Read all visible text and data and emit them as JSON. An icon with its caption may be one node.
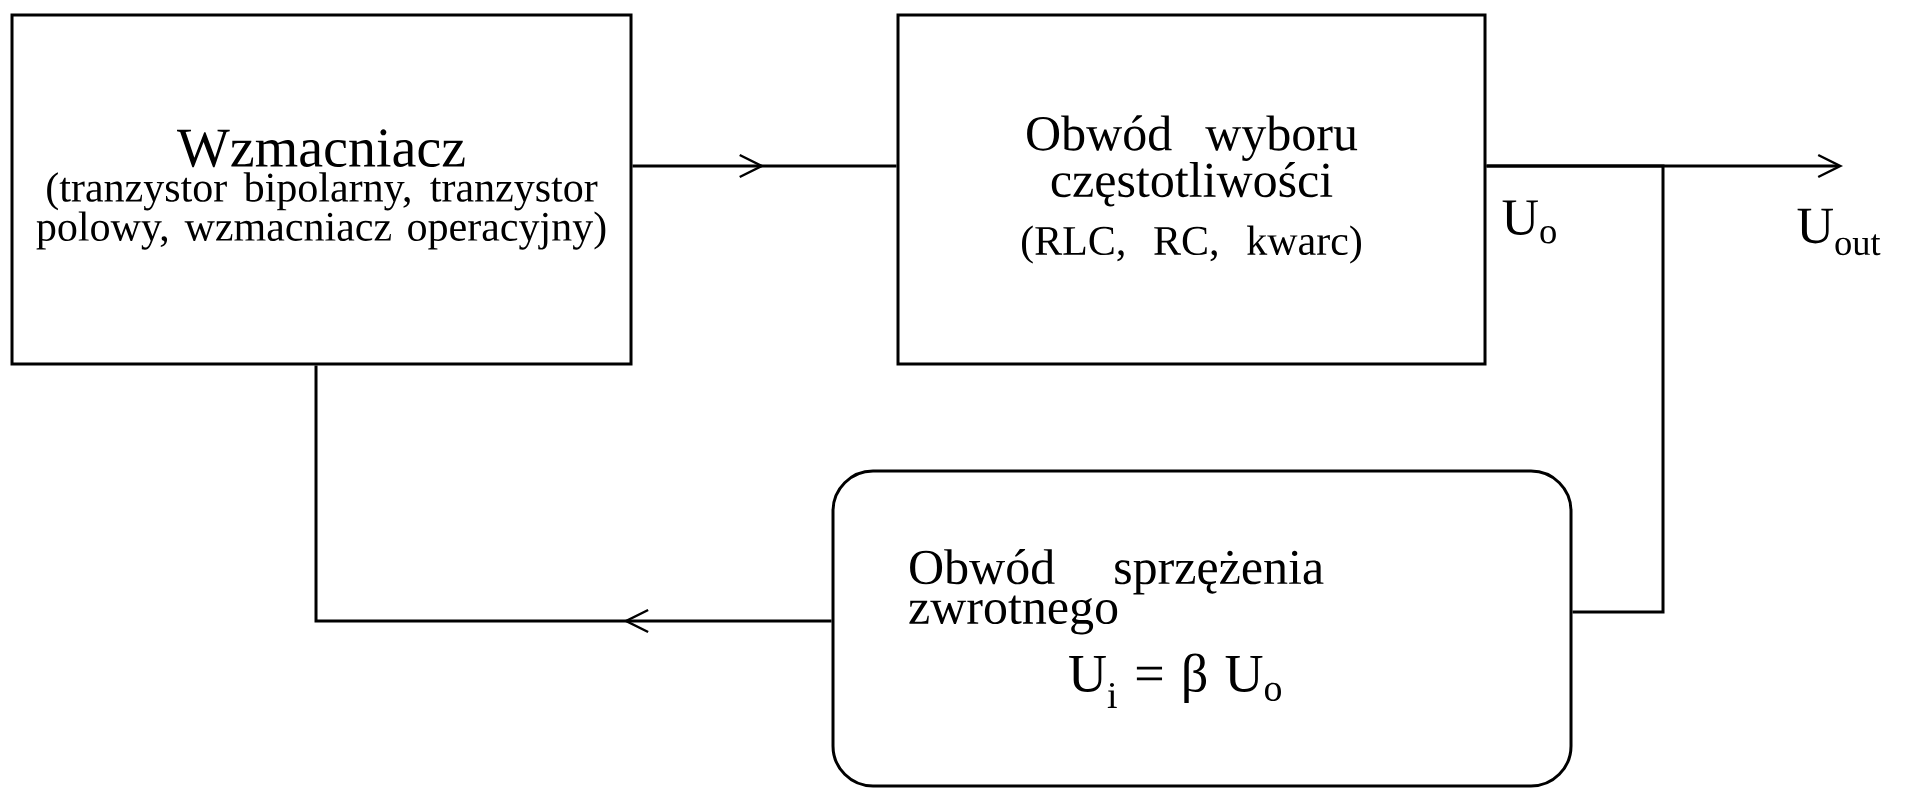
{
  "diagram": {
    "nodes": [
      {
        "text": [
          "Wzmacniacz",
          "(tranzystor bipolarny, tranzystor polowy, wzmacniacz operacyjny)"
        ]
      },
      {
        "text": [
          "Obwód wyboru częstotliwości",
          "(RLC, RC, kwarc)"
        ]
      },
      {
        "text": [
          "Obwód sprzężenia zwrotnego",
          "U$_{i}$ = β U$_{o}$"
        ]
      }
    ],
    "edges": [
      {
        "from": 0,
        "to": 1,
        "arrow": "to"
      },
      {
        "from": 1,
        "to": null,
        "arrow": "to"
      },
      {
        "from": 1,
        "to": 2,
        "arrow": "none"
      },
      {
        "from": 2,
        "to": 0,
        "arrow": "to"
      }
    ],
    "labels": [
      "U$_{o}$",
      "U$_{out}$"
    ]
  }
}
